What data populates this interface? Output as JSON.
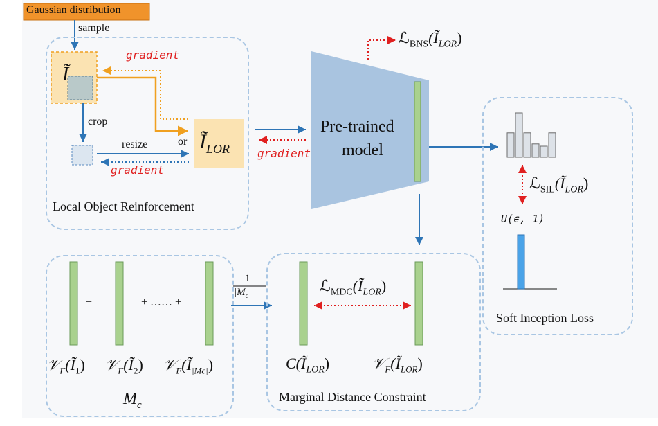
{
  "source_label": "Gaussian distribution",
  "sample_label": "sample",
  "crop_label": "crop",
  "resize_label": "resize",
  "or_label": "or",
  "gradient_label": "gradient",
  "image_symbol": "Ĩ",
  "lor_symbol": "Ĩ",
  "lor_sub": "LOR",
  "model_label_line1": "Pre-trained",
  "model_label_line2": "model",
  "bns_loss": {
    "L": "ℒ",
    "sub": "BNS",
    "open": "(Ĩ",
    "arg_sub": "LOR",
    "close": ")"
  },
  "sil_loss": {
    "L": "ℒ",
    "sub": "SIL",
    "open": "(Ĩ",
    "arg_sub": "LOR",
    "close": ")"
  },
  "mdc_loss": {
    "L": "ℒ",
    "sub": "MDC",
    "open": "(Ĩ",
    "arg_sub": "LOR",
    "close": ")"
  },
  "uniform_label": "U(ϵ, 1)",
  "plus": "+",
  "ellipsis": "+ …… +",
  "fraction": {
    "num": "1",
    "den": "|M",
    "den_sub": "c",
    "den_end": "|"
  },
  "feature_terms": [
    {
      "V": "𝒱",
      "sub": "F",
      "arg": "(Ĩ",
      "arg_sub": "1",
      "close": ")"
    },
    {
      "V": "𝒱",
      "sub": "F",
      "arg": "(Ĩ",
      "arg_sub": "2",
      "close": ")"
    },
    {
      "V": "𝒱",
      "sub": "F",
      "arg": "(Ĩ",
      "arg_sub": "|Mc|",
      "close": ")"
    }
  ],
  "center_term": {
    "C": "C(Ĩ",
    "sub": "LOR",
    "close": ")"
  },
  "vf_term": {
    "V": "𝒱",
    "sub": "F",
    "arg": "(Ĩ",
    "arg_sub": "LOR",
    "close": ")"
  },
  "mc_label": {
    "M": "M",
    "sub": "c"
  },
  "section_titles": {
    "lor": "Local Object Reinforcement",
    "mdc": "Marginal Distance Constraint",
    "sil": "Soft Inception Loss"
  },
  "histogram_bars": [
    0.55,
    1.0,
    0.55,
    0.3,
    0.25,
    0.55
  ],
  "colors": {
    "blue": "#2e75b6",
    "orange": "#f0a020",
    "red": "#e02020",
    "green": "#a9d18e",
    "model": "#a9c4e0",
    "tile": "#fbe3b2"
  }
}
